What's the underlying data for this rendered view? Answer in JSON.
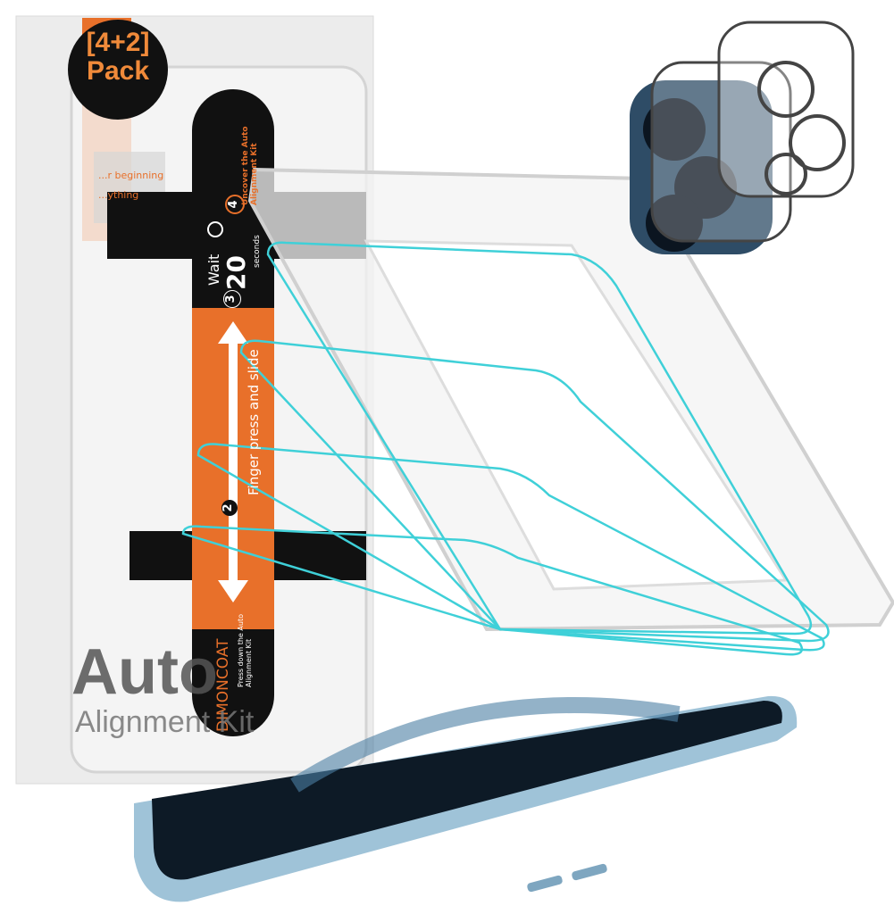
{
  "badge": {
    "line1": "[4+2]",
    "line2": "Pack"
  },
  "box": {
    "title": "Auto",
    "subtitle": "Alignment Kit",
    "brand": "DIMONCOAT",
    "step1": "Press down the Auto Alignment Kit",
    "step2_num": "2",
    "step2": "Finger press and slide",
    "step3_num": "3",
    "step3_wait": "Wait",
    "step3_seconds_value": "20",
    "step3_seconds_label": "seconds",
    "step4_num": "4",
    "step4": "Uncover the Auto Alignment Kit",
    "side_text_1": "...r beginning",
    "side_text_2": "...ything"
  },
  "colors": {
    "orange": "#e8702a",
    "black": "#111111",
    "glass_edge": "#3fd0d8",
    "phone": "#9fc3d8"
  }
}
